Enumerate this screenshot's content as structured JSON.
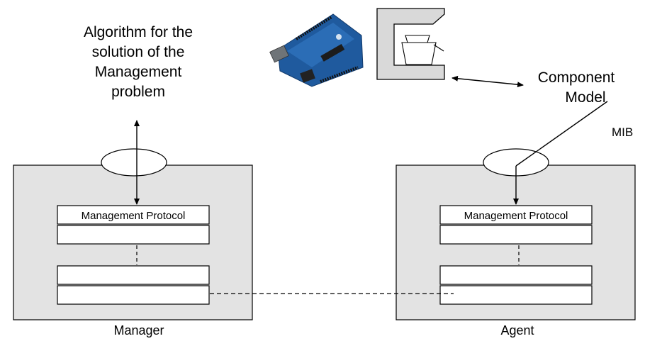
{
  "manager": {
    "caption": "Manager",
    "algorithm_label": [
      "Algorithm for the",
      "solution of the",
      "Management",
      "problem"
    ],
    "stack": {
      "top_label": "Management Protocol"
    }
  },
  "agent": {
    "caption": "Agent",
    "component_label": [
      "Component",
      "Model"
    ],
    "mib_label": "MIB",
    "stack": {
      "top_label": "Management Protocol"
    }
  },
  "colors": {
    "box_fill": "#e3e3e3",
    "stroke": "#000000",
    "board_blue": "#1f5a9e",
    "gray_component": "#d9d9d9"
  }
}
